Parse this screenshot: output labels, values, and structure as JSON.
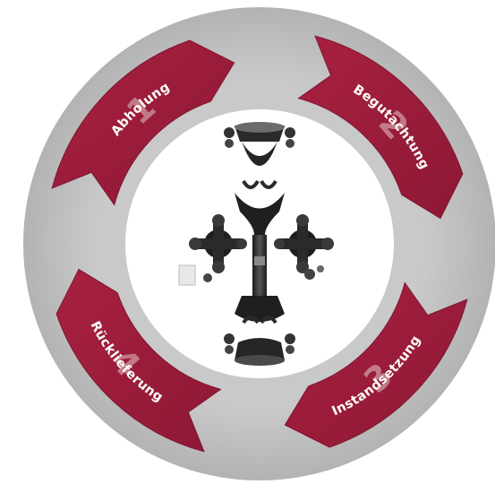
{
  "colors": {
    "ring": "#c2c2c2",
    "ring_shadow": "#a9a9a9",
    "arrow": "#a01d3c",
    "arrow_dark": "#7d1530",
    "number": "#c98b95",
    "label": "#ffffff",
    "center": "#ffffff"
  },
  "stages": [
    {
      "number": "1",
      "label": "Abholung"
    },
    {
      "number": "2",
      "label": "Begutachtung"
    },
    {
      "number": "3",
      "label": "Instandsetzung"
    },
    {
      "number": "4",
      "label": "Rücklieferung"
    }
  ],
  "center_image": {
    "subject": "exploded-drive-shaft-parts-photo"
  }
}
